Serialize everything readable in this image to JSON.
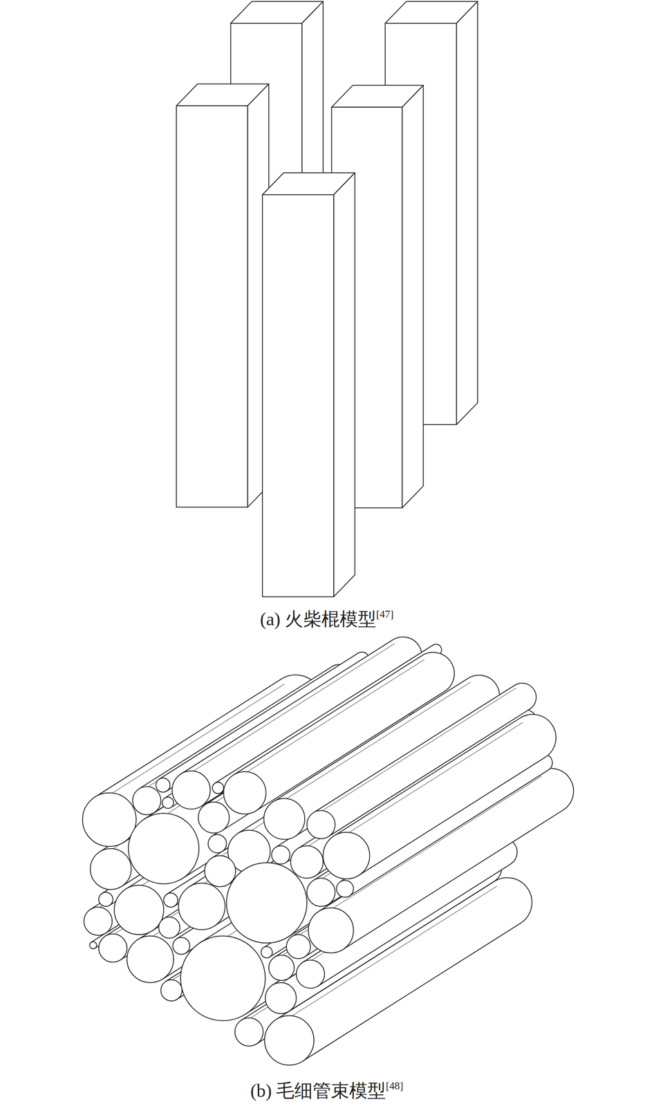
{
  "diagram": {
    "labels": [
      "(a) 火柴棍模型",
      "[47]",
      "(b) 毛细管束模型",
      "[48]"
    ]
  }
}
